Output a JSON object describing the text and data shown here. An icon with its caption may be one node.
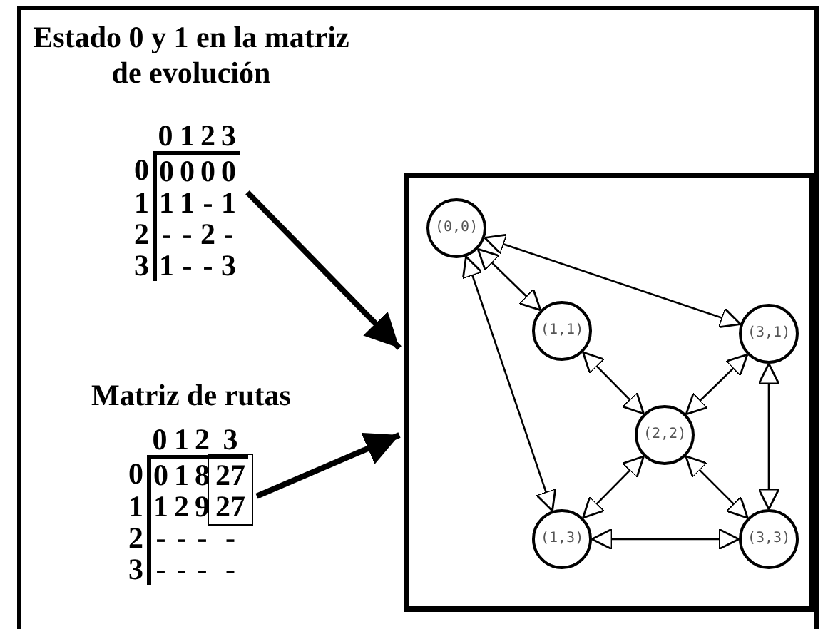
{
  "diagram": {
    "nodes": [
      {
        "text": [
          "Estado 0 y 1 en la matriz de evolución",
          "0",
          "1",
          "2",
          "3",
          "0",
          "0",
          "0",
          "0",
          "0",
          "1",
          "1",
          "1",
          "-",
          "1",
          "2",
          "-",
          "-",
          "2",
          "-",
          "3",
          "1",
          "-",
          "-",
          "3"
        ]
      },
      {
        "text": [
          "Matriz de rutas",
          "0",
          "1",
          "2",
          "3",
          "0",
          "0",
          "1",
          "8",
          "27",
          "1",
          "1",
          "2",
          "9",
          "27",
          "2",
          "-",
          "-",
          "-",
          "-",
          "3",
          "-",
          "-",
          "-",
          "-"
        ]
      },
      {
        "text": [],
        "shape": "box"
      },
      {
        "text": [
          "(0,0)"
        ],
        "in": 2
      },
      {
        "text": [
          "(1,1)"
        ],
        "in": 2
      },
      {
        "text": [
          "(3,1)"
        ],
        "in": 2
      },
      {
        "text": [
          "(2,2)"
        ],
        "in": 2
      },
      {
        "text": [
          "(1,3)"
        ],
        "in": 2
      },
      {
        "text": [
          "(3,3)"
        ],
        "in": 2
      }
    ],
    "edges": [
      {
        "from": 0,
        "to": 2,
        "arrow": "to",
        "style": "thick"
      },
      {
        "from": 1,
        "to": 2,
        "arrow": "to",
        "style": "thick"
      },
      {
        "from": 3,
        "to": 4,
        "arrow": "both"
      },
      {
        "from": 3,
        "to": 5,
        "arrow": "both"
      },
      {
        "from": 3,
        "to": 7,
        "arrow": "both"
      },
      {
        "from": 4,
        "to": 6,
        "arrow": "both"
      },
      {
        "from": 6,
        "to": 5,
        "arrow": "both"
      },
      {
        "from": 6,
        "to": 7,
        "arrow": "both"
      },
      {
        "from": 6,
        "to": 8,
        "arrow": "both"
      },
      {
        "from": 7,
        "to": 8,
        "arrow": "both"
      },
      {
        "from": 5,
        "to": 8,
        "arrow": "both"
      }
    ]
  }
}
